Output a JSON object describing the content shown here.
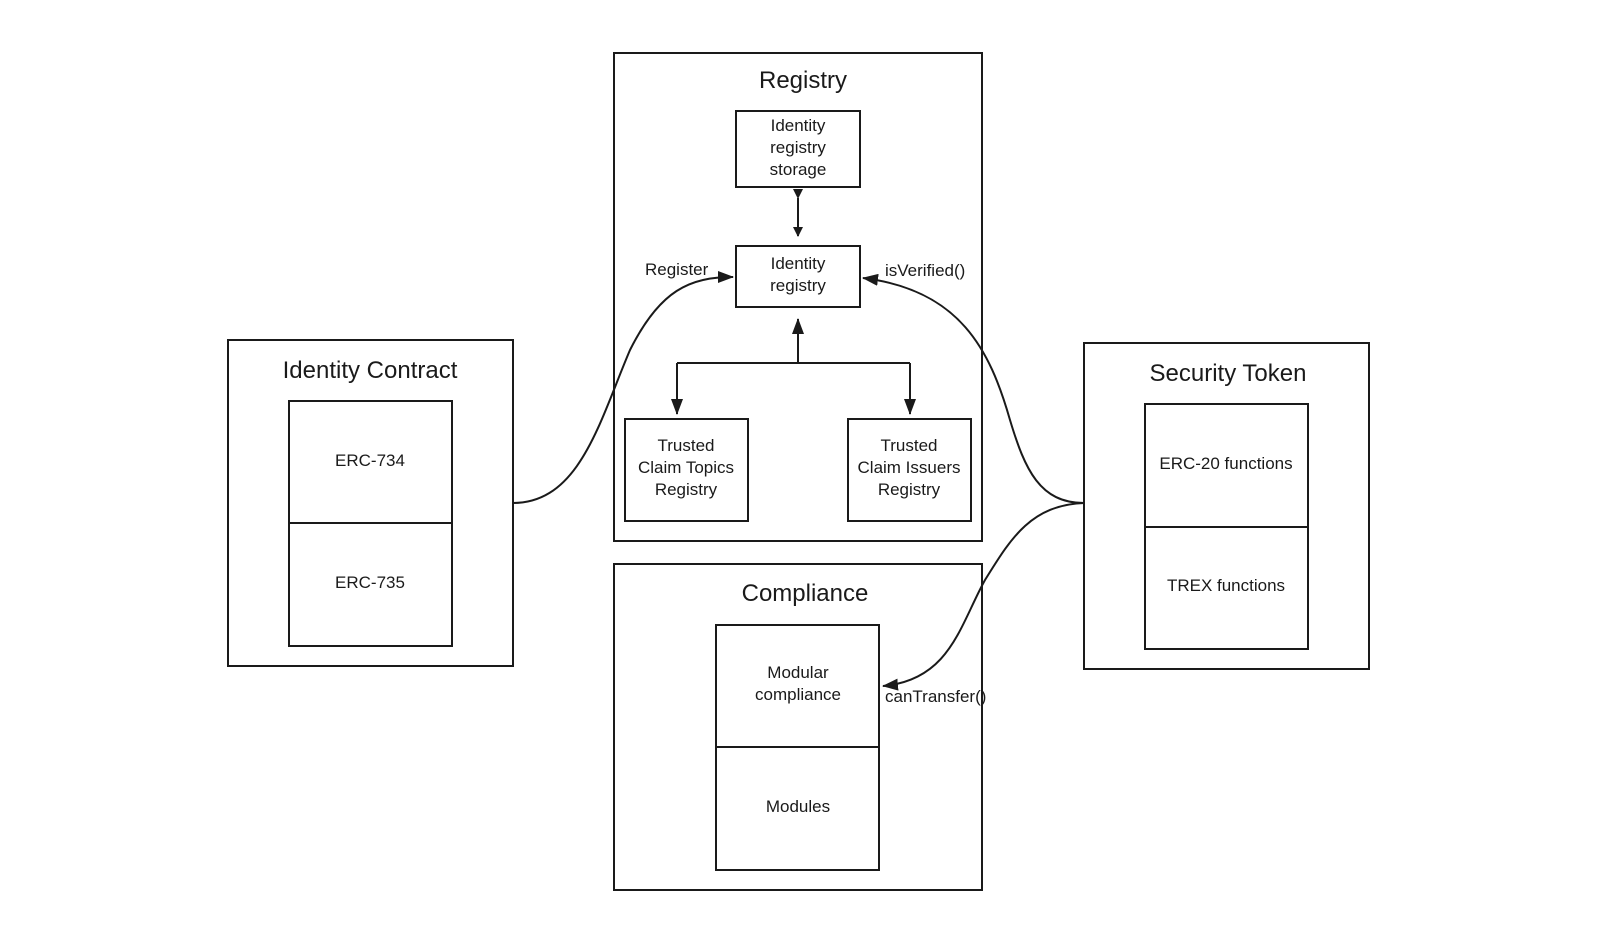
{
  "groups": {
    "identity_contract": {
      "title": "Identity Contract",
      "parts": [
        "ERC-734",
        "ERC-735"
      ]
    },
    "registry": {
      "title": "Registry",
      "storage": [
        "Identity",
        "registry",
        "storage"
      ],
      "identity_registry": [
        "Identity",
        "registry"
      ],
      "topics_registry": [
        "Trusted",
        "Claim Topics",
        "Registry"
      ],
      "issuers_registry": [
        "Trusted",
        "Claim Issuers",
        "Registry"
      ]
    },
    "compliance": {
      "title": "Compliance",
      "modular": [
        "Modular",
        "compliance"
      ],
      "modules": "Modules"
    },
    "security_token": {
      "title": "Security Token",
      "parts": [
        "ERC-20 functions",
        "TREX functions"
      ]
    }
  },
  "edges": {
    "register": "Register",
    "is_verified": "isVerified()",
    "can_transfer": "canTransfer()"
  }
}
